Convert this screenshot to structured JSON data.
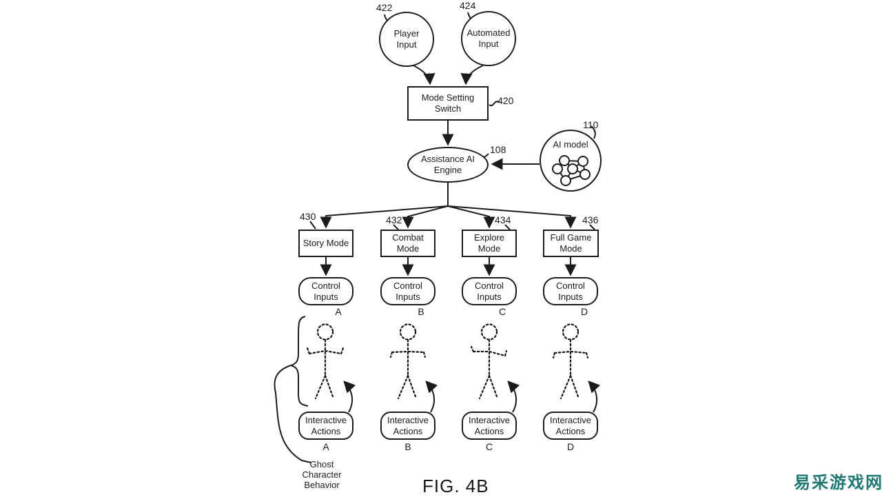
{
  "figure": {
    "caption": "FIG. 4B",
    "player": {
      "ref": "422",
      "label": "Player Input"
    },
    "automated": {
      "ref": "424",
      "label": "Automated Input"
    },
    "switch": {
      "ref": "420",
      "label": "Mode Setting Switch"
    },
    "engine": {
      "ref": "108",
      "label": "Assistance AI Engine"
    },
    "ai_model": {
      "ref": "110",
      "label": "AI model"
    },
    "modes": [
      {
        "ref": "430",
        "label": "Story Mode",
        "control_label": "Control Inputs",
        "control_letter": "A",
        "actions_label": "Interactive Actions",
        "actions_letter": "A"
      },
      {
        "ref": "432",
        "label": "Combat Mode",
        "control_label": "Control Inputs",
        "control_letter": "B",
        "actions_label": "Interactive Actions",
        "actions_letter": "B"
      },
      {
        "ref": "434",
        "label": "Explore Mode",
        "control_label": "Control Inputs",
        "control_letter": "C",
        "actions_label": "Interactive Actions",
        "actions_letter": "C"
      },
      {
        "ref": "436",
        "label": "Full Game Mode",
        "control_label": "Control Inputs",
        "control_letter": "D",
        "actions_label": "Interactive Actions",
        "actions_letter": "D"
      }
    ],
    "ghost_label": [
      "Ghost",
      "Character",
      "Behavior"
    ]
  },
  "watermark": {
    "text": "易采游戏网",
    "color": "#1d7874"
  }
}
